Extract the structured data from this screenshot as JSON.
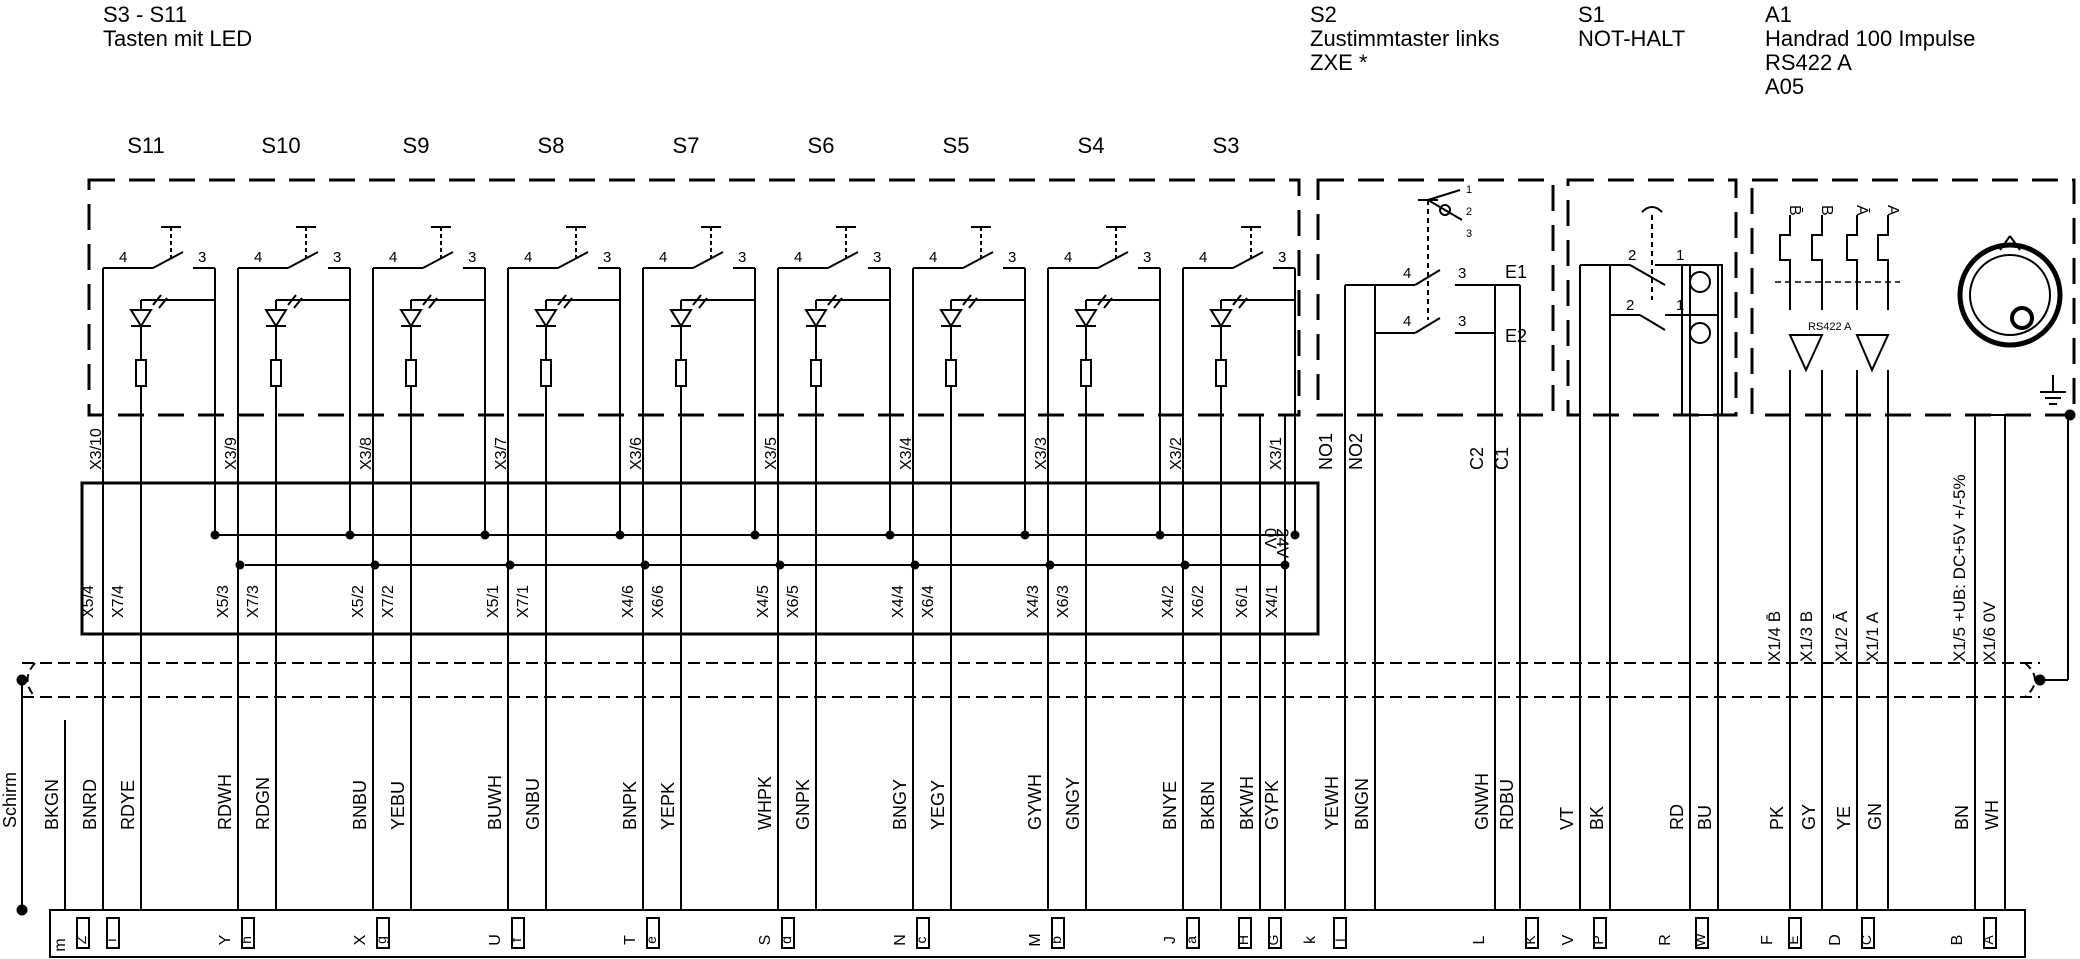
{
  "headers": [
    {
      "id": "s3-s11",
      "lines": [
        "S3 - S11",
        "Tasten mit LED"
      ]
    },
    {
      "id": "s2",
      "lines": [
        "S2",
        "Zustimmtaster links",
        "ZXE *"
      ]
    },
    {
      "id": "s1",
      "lines": [
        "S1",
        "NOT-HALT"
      ]
    },
    {
      "id": "a1",
      "lines": [
        "A1",
        "Handrad 100 Impulse",
        "RS422 A",
        "A05"
      ]
    }
  ],
  "led_keys": [
    {
      "name": "S11",
      "pin_a": "4",
      "pin_b": "3",
      "x_top": "X3/10",
      "x_gnd": "X5/4",
      "x_led": "X7/4",
      "wires": [
        "BKGN",
        "BNRD",
        "RDYE"
      ],
      "pins": [
        "m",
        "Z",
        "i"
      ]
    },
    {
      "name": "S10",
      "pin_a": "4",
      "pin_b": "3",
      "x_top": "X3/9",
      "x_gnd": "X5/3",
      "x_led": "X7/3",
      "wires": [
        "RDWH",
        "RDGN"
      ],
      "pins": [
        "Y",
        "h"
      ]
    },
    {
      "name": "S9",
      "pin_a": "4",
      "pin_b": "3",
      "x_top": "X3/8",
      "x_gnd": "X5/2",
      "x_led": "X7/2",
      "wires": [
        "BNBU",
        "YEBU"
      ],
      "pins": [
        "X",
        "g"
      ]
    },
    {
      "name": "S8",
      "pin_a": "4",
      "pin_b": "3",
      "x_top": "X3/7",
      "x_gnd": "X5/1",
      "x_led": "X7/1",
      "wires": [
        "BUWH",
        "GNBU"
      ],
      "pins": [
        "U",
        "f"
      ]
    },
    {
      "name": "S7",
      "pin_a": "4",
      "pin_b": "3",
      "x_top": "X3/6",
      "x_gnd": "X4/6",
      "x_led": "X6/6",
      "wires": [
        "BNPK",
        "YEPK"
      ],
      "pins": [
        "T",
        "e"
      ]
    },
    {
      "name": "S6",
      "pin_a": "4",
      "pin_b": "3",
      "x_top": "X3/5",
      "x_gnd": "X4/5",
      "x_led": "X6/5",
      "wires": [
        "WHPK",
        "GNPK"
      ],
      "pins": [
        "S",
        "d"
      ]
    },
    {
      "name": "S5",
      "pin_a": "4",
      "pin_b": "3",
      "x_top": "X3/4",
      "x_gnd": "X4/4",
      "x_led": "X6/4",
      "wires": [
        "BNGY",
        "YEGY"
      ],
      "pins": [
        "N",
        "c"
      ]
    },
    {
      "name": "S4",
      "pin_a": "4",
      "pin_b": "3",
      "x_top": "X3/3",
      "x_gnd": "X4/3",
      "x_led": "X6/3",
      "wires": [
        "GYWH",
        "GNGY"
      ],
      "pins": [
        "M",
        "b"
      ]
    },
    {
      "name": "S3",
      "pin_a": "4",
      "pin_b": "3",
      "x_top": "X3/2",
      "x_gnd": "X4/2",
      "x_led": "X6/2",
      "wires": [
        "BNYE",
        "BKBN"
      ],
      "pins": [
        "J",
        "a"
      ]
    }
  ],
  "common": {
    "x_top": "X3/1",
    "x_6_1": "X6/1",
    "x_4_1": "X4/1",
    "label_0v": "0V",
    "label_24v": "24V",
    "wires": [
      "BKWH",
      "GYPK"
    ],
    "pins": [
      "H",
      "G"
    ]
  },
  "s2": {
    "contacts": [
      {
        "left": "4",
        "right": "3",
        "label": "E1"
      },
      {
        "left": "4",
        "right": "3",
        "label": "E2"
      }
    ],
    "positions": [
      "1",
      "2",
      "3"
    ],
    "terminals": [
      "NO1",
      "NO2",
      "C2",
      "C1"
    ],
    "wires": [
      "YEWH",
      "BNGN",
      "GNWH",
      "RDBU"
    ],
    "pins": [
      "k",
      "j",
      "L",
      "K"
    ]
  },
  "s1": {
    "contacts": [
      {
        "left": "2",
        "right": "1"
      },
      {
        "left": "2",
        "right": "1"
      }
    ],
    "wires": [
      "VT",
      "BK",
      "RD",
      "BU"
    ],
    "pins": [
      "V",
      "P",
      "R",
      "W"
    ]
  },
  "a1": {
    "signals_top": [
      "B̄",
      "B",
      "Ā",
      "A"
    ],
    "driver_label": "RS422 A",
    "x_labels": [
      "X1/4 B̄",
      "X1/3 B",
      "X1/2 Ā",
      "X1/1 A",
      "X1/5 +UB: DC+5V +/-5%",
      "X1/6 0V"
    ],
    "wires": [
      "PK",
      "GY",
      "YE",
      "GN",
      "BN",
      "WH"
    ],
    "pins": [
      "F",
      "E",
      "D",
      "C",
      "B",
      "A"
    ]
  },
  "shield_label": "Schirm",
  "colors": {
    "line": "#000000",
    "background": "#ffffff"
  }
}
